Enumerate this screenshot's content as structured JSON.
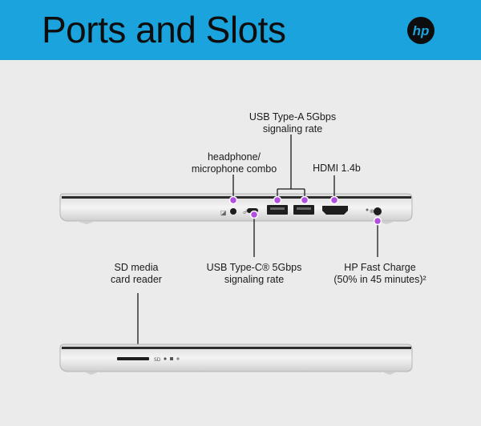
{
  "banner": {
    "title": "Ports and Slots",
    "brand_logo": "hp-logo",
    "color": "#1aa3dc"
  },
  "accent_color": "#b14fe0",
  "callouts": {
    "usb_a": {
      "line1": "USB Type-A 5Gbps",
      "line2": "signaling rate"
    },
    "headphone": {
      "line1": "headphone/",
      "line2": "microphone combo"
    },
    "hdmi": {
      "line1": "HDMI 1.4b"
    },
    "usb_c": {
      "line1": "USB Type-C® 5Gbps",
      "line2": "signaling rate"
    },
    "fast_charge": {
      "line1": "HP Fast Charge",
      "line2": "(50% in 45 minutes)²"
    },
    "sd": {
      "line1": "SD media",
      "line2": "card reader"
    }
  },
  "left_side_marks": {
    "sd_label": "SD"
  }
}
